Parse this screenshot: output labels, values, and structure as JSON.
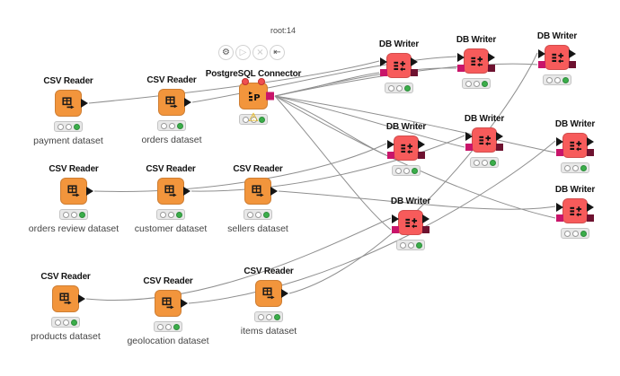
{
  "workflow": {
    "toolbar": {
      "title": "root:14",
      "buttons": [
        {
          "name": "configure",
          "glyph": "⚙"
        },
        {
          "name": "execute",
          "glyph": "▷"
        },
        {
          "name": "cancel",
          "glyph": "×"
        },
        {
          "name": "reset",
          "glyph": "⇤"
        }
      ]
    },
    "warning_glyph": "⚠",
    "colors": {
      "csv_node": "#F2953C",
      "writer_node": "#F75B5B",
      "db_port_in": "#C8156A",
      "db_port_out": "#6E1230",
      "flow_variable_port": "#F05050",
      "status_green": "#3BAE4A",
      "warning": "#E9B400",
      "edge": "#8F8F8F"
    },
    "nodes": [
      {
        "type": "csv-reader",
        "label": "CSV Reader",
        "caption": "payment dataset",
        "status": "executed"
      },
      {
        "type": "csv-reader",
        "label": "CSV Reader",
        "caption": "orders dataset",
        "status": "executed"
      },
      {
        "type": "postgresql-connector",
        "label": "PostgreSQL Connector",
        "status": "executed-with-warning"
      },
      {
        "type": "csv-reader",
        "label": "CSV Reader",
        "caption": "orders review dataset",
        "status": "executed"
      },
      {
        "type": "csv-reader",
        "label": "CSV Reader",
        "caption": "customer dataset",
        "status": "executed"
      },
      {
        "type": "csv-reader",
        "label": "CSV Reader",
        "caption": "sellers dataset",
        "status": "executed"
      },
      {
        "type": "csv-reader",
        "label": "CSV Reader",
        "caption": "products dataset",
        "status": "executed"
      },
      {
        "type": "csv-reader",
        "label": "CSV Reader",
        "caption": "geolocation dataset",
        "status": "executed"
      },
      {
        "type": "csv-reader",
        "label": "CSV Reader",
        "caption": "items dataset",
        "status": "executed"
      },
      {
        "type": "db-writer",
        "label": "DB Writer",
        "status": "executed"
      },
      {
        "type": "db-writer",
        "label": "DB Writer",
        "status": "executed"
      },
      {
        "type": "db-writer",
        "label": "DB Writer",
        "status": "executed"
      },
      {
        "type": "db-writer",
        "label": "DB Writer",
        "status": "executed"
      },
      {
        "type": "db-writer",
        "label": "DB Writer",
        "status": "executed"
      },
      {
        "type": "db-writer",
        "label": "DB Writer",
        "status": "executed"
      },
      {
        "type": "db-writer",
        "label": "DB Writer",
        "status": "executed"
      },
      {
        "type": "db-writer",
        "label": "DB Writer",
        "status": "executed"
      }
    ],
    "connections": [
      {
        "from": "csv-payment",
        "to": "db-writer-1",
        "type": "data"
      },
      {
        "from": "csv-orders",
        "to": "db-writer-2",
        "type": "data"
      },
      {
        "from": "csv-items",
        "to": "db-writer-3",
        "type": "data"
      },
      {
        "from": "csv-orders-review",
        "to": "db-writer-4",
        "type": "data"
      },
      {
        "from": "csv-customer",
        "to": "db-writer-5",
        "type": "data"
      },
      {
        "from": "csv-geolocation",
        "to": "db-writer-6",
        "type": "data"
      },
      {
        "from": "csv-products",
        "to": "db-writer-7",
        "type": "data"
      },
      {
        "from": "csv-sellers",
        "to": "db-writer-8",
        "type": "data"
      },
      {
        "from": "postgresql-connector",
        "to": "db-writer-1",
        "type": "db-connection"
      },
      {
        "from": "postgresql-connector",
        "to": "db-writer-2",
        "type": "db-connection"
      },
      {
        "from": "postgresql-connector",
        "to": "db-writer-3",
        "type": "db-connection"
      },
      {
        "from": "postgresql-connector",
        "to": "db-writer-4",
        "type": "db-connection"
      },
      {
        "from": "postgresql-connector",
        "to": "db-writer-5",
        "type": "db-connection"
      },
      {
        "from": "postgresql-connector",
        "to": "db-writer-6",
        "type": "db-connection"
      },
      {
        "from": "postgresql-connector",
        "to": "db-writer-7",
        "type": "db-connection"
      },
      {
        "from": "postgresql-connector",
        "to": "db-writer-8",
        "type": "db-connection"
      }
    ]
  }
}
